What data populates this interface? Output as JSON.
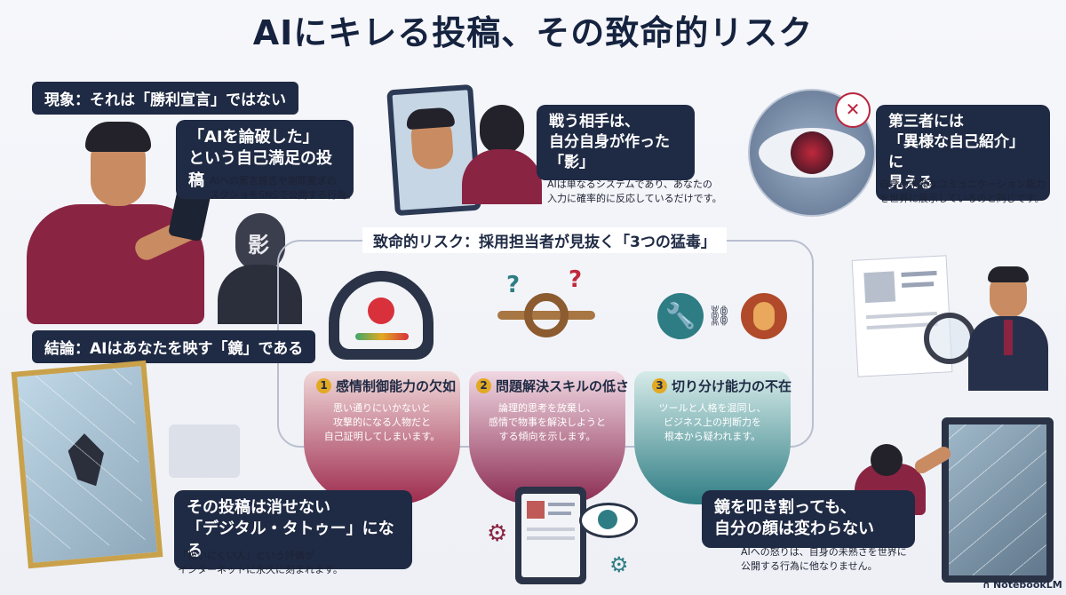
{
  "title": "AIにキレる投稿、その致命的リスク",
  "phenomenon": {
    "label": "現象：それは「勝利宣言」ではない",
    "bubble": [
      "「AIを論破した」",
      "という自己満足の投稿"
    ],
    "desc": [
      "AIへの罵言雑言や謝罪要求の",
      "スクショをSNSで公開する行為。"
    ],
    "shadow_label": "影"
  },
  "opponent": {
    "bubble": [
      "戦う相手は、",
      "自分自身が作った",
      "「影」"
    ],
    "desc": [
      "AIは単なるシステムであり、あなたの",
      "入力に確率的に反応しているだけです。"
    ]
  },
  "third_party": {
    "bubble": [
      "第三者には",
      "「異様な自己紹介」に",
      "見える"
    ],
    "desc": [
      "自身の未熟なコミュニケーション能力",
      "を世界に展示しているのと同じです。"
    ]
  },
  "risk": {
    "title": "致命的リスク：採用担当者が見抜く「3つの猛毒」",
    "items": [
      {
        "num": "1",
        "label": "感情制御能力の欠如",
        "desc": [
          "思い通りにいかないと",
          "攻撃的になる人物だと",
          "自己証明してしまいます。"
        ]
      },
      {
        "num": "2",
        "label": "問題解決スキルの低さ",
        "desc": [
          "論理的思考を放棄し、",
          "感情で物事を解決しようと",
          "する傾向を示します。"
        ]
      },
      {
        "num": "3",
        "label": "切り分け能力の不在",
        "desc": [
          "ツールと人格を混同し、",
          "ビジネス上の判断力を",
          "根本から疑われます。"
        ]
      }
    ]
  },
  "conclusion": {
    "label": "結論：AIはあなたを映す「鏡」である"
  },
  "permanent": {
    "bubble": [
      "その投稿は消せない",
      "「デジタル・タトゥー」になる"
    ],
    "desc": [
      "「扱いにくい人」という評価が",
      "インターネットに永久に刻まれます。"
    ]
  },
  "mirror_break": {
    "bubble": [
      "鏡を叩き割っても、",
      "自分の顔は変わらない"
    ],
    "desc": [
      "AIへの怒りは、自身の未熟さを世界に",
      "公開する行為に他なりません。"
    ]
  },
  "brand": "NotebookLM",
  "colors": {
    "navy": "#1f2a44",
    "crimson": "#8a2443",
    "teal": "#2f7d84",
    "gold": "#e2a923"
  }
}
